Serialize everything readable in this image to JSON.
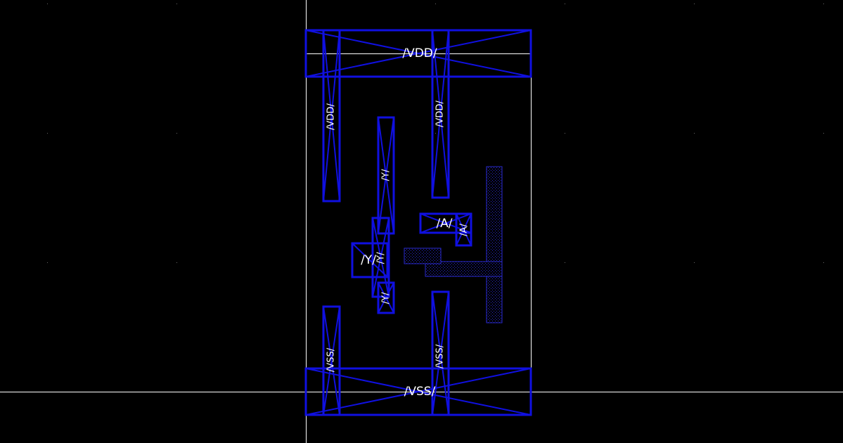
{
  "colors": {
    "background": "#000000",
    "pin": "#1010e0",
    "pin_hatch": "#1a1aa8",
    "crosshair": "#ffffff",
    "outline": "#ffffff",
    "grid_dot": "#666666"
  },
  "labels": {
    "vdd_rail": "/VDD/",
    "vss_rail": "/VSS/",
    "vdd_left": "/VDD/",
    "vdd_right": "/VDD/",
    "vss_left": "/VSS/",
    "vss_right": "/VSS/",
    "y_upper": "/Y/",
    "y_box": "/Y/",
    "y_small": "/Y/",
    "y_lower": "/Y/",
    "a_box": "/A/",
    "a_small": "/A/"
  }
}
